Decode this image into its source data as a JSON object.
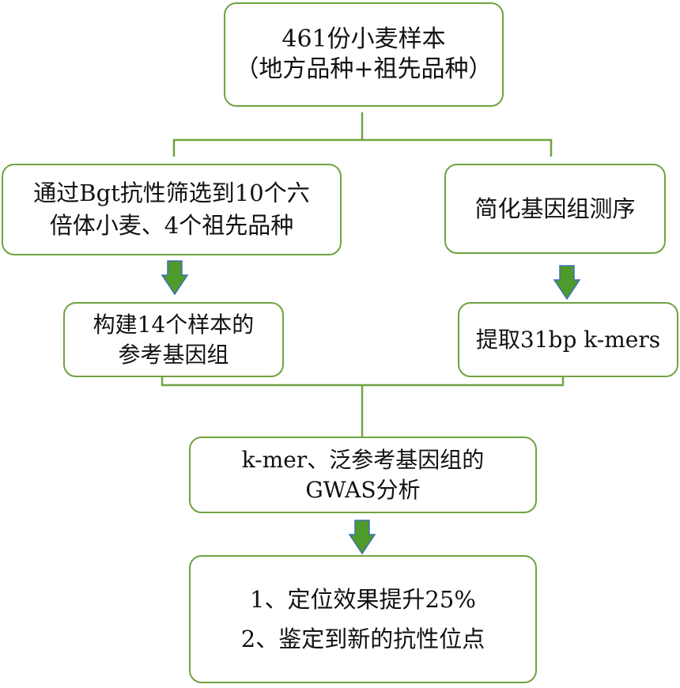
{
  "nodes": {
    "samples": {
      "line1": "461份小麦样本",
      "line2": "（地方品种+祖先品种）"
    },
    "screening": {
      "line1": "通过Bgt抗性筛选到10个六",
      "line2": "倍体小麦、4个祖先品种"
    },
    "sequencing": {
      "line1": "简化基因组测序"
    },
    "reference": {
      "line1": "构建14个样本的",
      "line2": "参考基因组"
    },
    "kmers": {
      "line1": "提取31bp k-mers"
    },
    "gwas": {
      "line1": "k-mer、泛参考基因组的",
      "line2": "GWAS分析"
    },
    "results": {
      "line1": "1、定位效果提升25%",
      "line2": "2、鉴定到新的抗性位点"
    }
  },
  "colors": {
    "border": "#70a340",
    "bracket": "#70a340",
    "arrow_fill": "#4e9a2a",
    "arrow_stroke": "#3d6fb5"
  }
}
